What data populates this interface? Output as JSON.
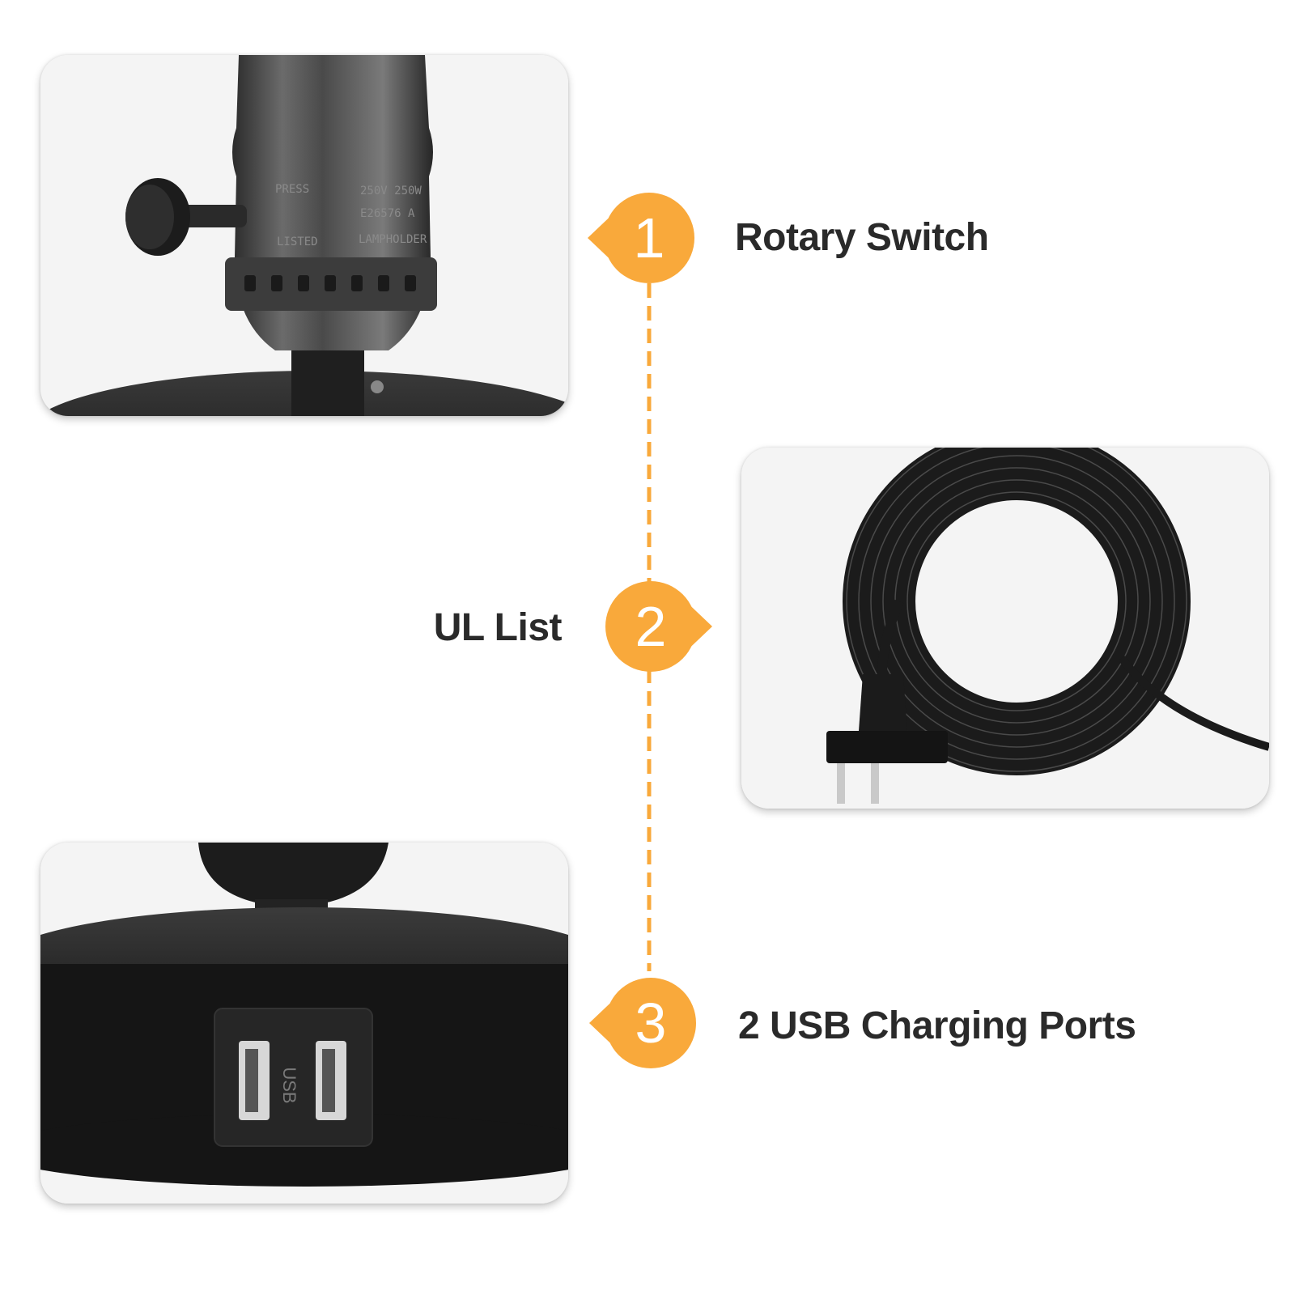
{
  "colors": {
    "accent": "#F9A93B",
    "text": "#2a2a2a"
  },
  "steps": [
    {
      "number": "1",
      "label": "Rotary Switch"
    },
    {
      "number": "2",
      "label": "UL List"
    },
    {
      "number": "3",
      "label": "2 USB Charging Ports"
    }
  ],
  "photos": {
    "socket": {
      "icon": "lamp-socket-rotary-switch-photo",
      "engraving": [
        "PRESS",
        "LISTED",
        "250V 250W",
        "E26576 A",
        "LAMPHOLDER"
      ]
    },
    "cord": {
      "icon": "coiled-power-cord-plug-photo"
    },
    "base": {
      "icon": "lamp-base-usb-ports-photo",
      "port_label": "USB"
    }
  }
}
